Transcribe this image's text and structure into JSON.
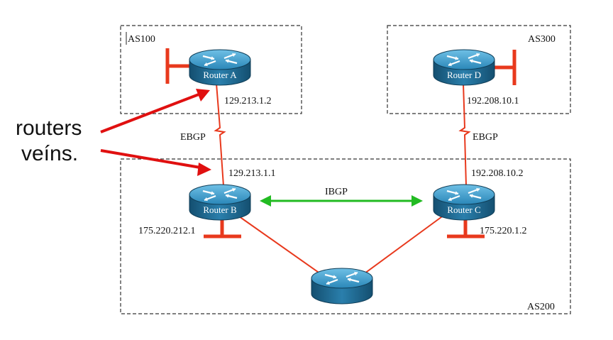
{
  "as_labels": {
    "as100": "AS100",
    "as300": "AS300",
    "as200": "AS200"
  },
  "routers": {
    "a": "Router A",
    "b": "Router B",
    "c": "Router C",
    "d": "Router D",
    "e": ""
  },
  "ips": {
    "a": "129.213.1.2",
    "b_top": "129.213.1.1",
    "b_left": "175.220.212.1",
    "d": "192.208.10.1",
    "c_top": "192.208.10.2",
    "c_right": "175.220.1.2"
  },
  "links": {
    "ebgp_left": "EBGP",
    "ebgp_right": "EBGP",
    "ibgp": "IBGP"
  },
  "annotation": {
    "line1": "routers",
    "line2": "veíns."
  },
  "colors": {
    "link_red": "#e8391d",
    "ibgp_green": "#22bb22",
    "arrow_red": "#e01010",
    "router_body": "#1f6f99",
    "router_top": "#3a97c4",
    "box_border": "#333333"
  }
}
